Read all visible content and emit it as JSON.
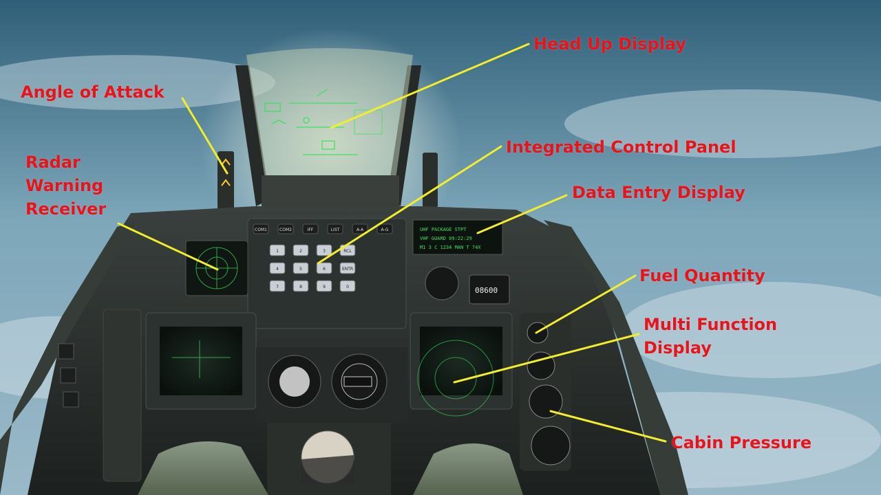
{
  "labels": {
    "head_up_display": "Head Up Display",
    "angle_of_attack": "Angle of Attack",
    "integrated_control_panel": "Integrated Control Panel",
    "radar_warning_receiver": [
      "Radar",
      "Warning",
      "Receiver"
    ],
    "data_entry_display": "Data Entry Display",
    "fuel_quantity": "Fuel Quantity",
    "multi_function_display": [
      "Multi Function",
      "Display"
    ],
    "cabin_pressure": "Cabin Pressure"
  },
  "icp_keys": [
    "COM1",
    "COM2",
    "IFF",
    "LIST",
    "A-A",
    "A-G",
    "1",
    "2",
    "3",
    "RCL",
    "4",
    "5",
    "6",
    "ENTR",
    "7",
    "8",
    "9",
    "0"
  ],
  "ded_lines": [
    "UHF  PACKAGE  STPT",
    "VHF  GUARD   09:22:29",
    "M1 3 C  1234  MAN  T 74X"
  ],
  "fuel_readout": "08600",
  "colors": {
    "label": "#e8141c",
    "leader_line": "#f2ee2c",
    "hud_symbology": "#3fe060",
    "sky": "#6f98ad",
    "panel": "#2a2f2c"
  }
}
